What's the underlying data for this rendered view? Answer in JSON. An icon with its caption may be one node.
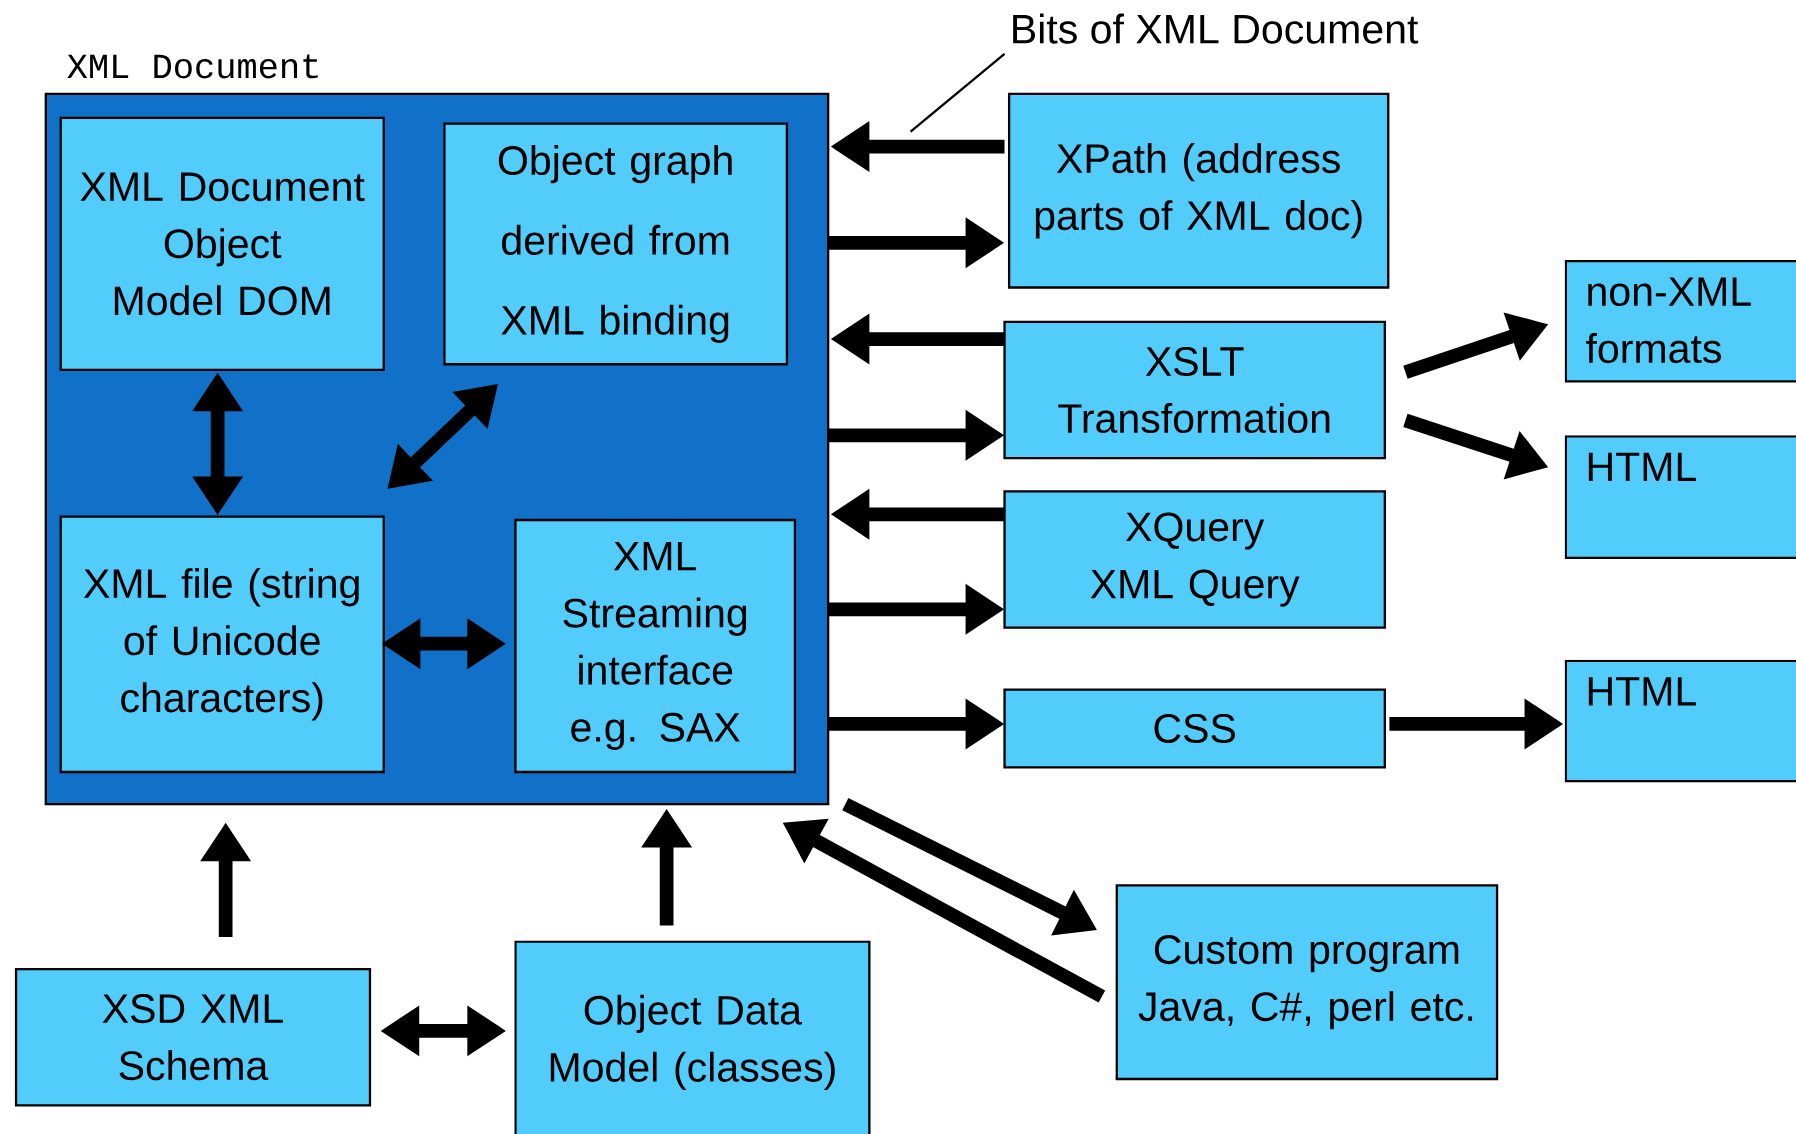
{
  "diagram": {
    "nodes": [
      {
        "text": [
          "XML Document"
        ]
      },
      {
        "text": [
          "XML Document Object Model DOM"
        ],
        "in": 0
      },
      {
        "text": [
          "Object graph derived from XML binding"
        ],
        "in": 0
      },
      {
        "text": [
          "XML file (string of Unicode characters)"
        ],
        "in": 0
      },
      {
        "text": [
          "XML Streaming interface e.g. SAX"
        ],
        "in": 0
      },
      {
        "text": [
          "XPath (address parts of XML doc)"
        ]
      },
      {
        "text": [
          "XSLT Transformation"
        ]
      },
      {
        "text": [
          "XQuery XML Query"
        ]
      },
      {
        "text": [
          "CSS"
        ]
      },
      {
        "text": [
          "non-XML formats"
        ]
      },
      {
        "text": [
          "HTML"
        ]
      },
      {
        "text": [
          "HTML"
        ]
      },
      {
        "text": [
          "Custom program Java, C#, perl etc."
        ]
      },
      {
        "text": [
          "XSD XML Schema"
        ]
      },
      {
        "text": [
          "Object Data Model (classes)"
        ]
      },
      {
        "text": [
          "Bits of XML Document"
        ]
      }
    ],
    "edges": [
      {
        "from": 5,
        "to": 0,
        "arrow": "to"
      },
      {
        "from": 0,
        "to": 5,
        "arrow": "to"
      },
      {
        "from": 6,
        "to": 0,
        "arrow": "to"
      },
      {
        "from": 0,
        "to": 6,
        "arrow": "to"
      },
      {
        "from": 7,
        "to": 0,
        "arrow": "to"
      },
      {
        "from": 0,
        "to": 7,
        "arrow": "to"
      },
      {
        "from": 0,
        "to": 8,
        "arrow": "to"
      },
      {
        "from": 6,
        "to": 9,
        "arrow": "to"
      },
      {
        "from": 6,
        "to": 10,
        "arrow": "to"
      },
      {
        "from": 8,
        "to": 11,
        "arrow": "to"
      },
      {
        "from": 1,
        "to": 3,
        "arrow": "both"
      },
      {
        "from": 2,
        "to": 3,
        "arrow": "both"
      },
      {
        "from": 3,
        "to": 4,
        "arrow": "both"
      },
      {
        "from": 13,
        "to": 0,
        "arrow": "to"
      },
      {
        "from": 14,
        "to": 0,
        "arrow": "to"
      },
      {
        "from": 13,
        "to": 14,
        "arrow": "both"
      },
      {
        "from": 0,
        "to": 12,
        "arrow": "to"
      },
      {
        "from": 12,
        "to": 0,
        "arrow": "to"
      },
      {
        "from": 15,
        "to": null,
        "arrow": "none"
      }
    ]
  }
}
